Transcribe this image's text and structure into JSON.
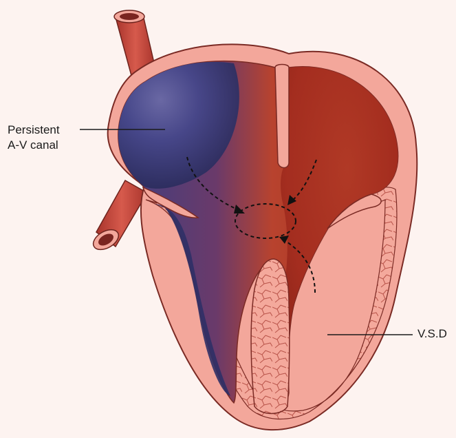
{
  "labels": {
    "av_canal_line1": "Persistent",
    "av_canal_line2": "A-V canal",
    "vsd": "V.S.D"
  },
  "colors": {
    "background": "#fdf3f0",
    "wall": "#f3a79b",
    "wall_outline": "#7a2a24",
    "deoxygenated": "#3d3f7a",
    "oxygenated": "#a52a1c",
    "vessel": "#c8453a"
  }
}
